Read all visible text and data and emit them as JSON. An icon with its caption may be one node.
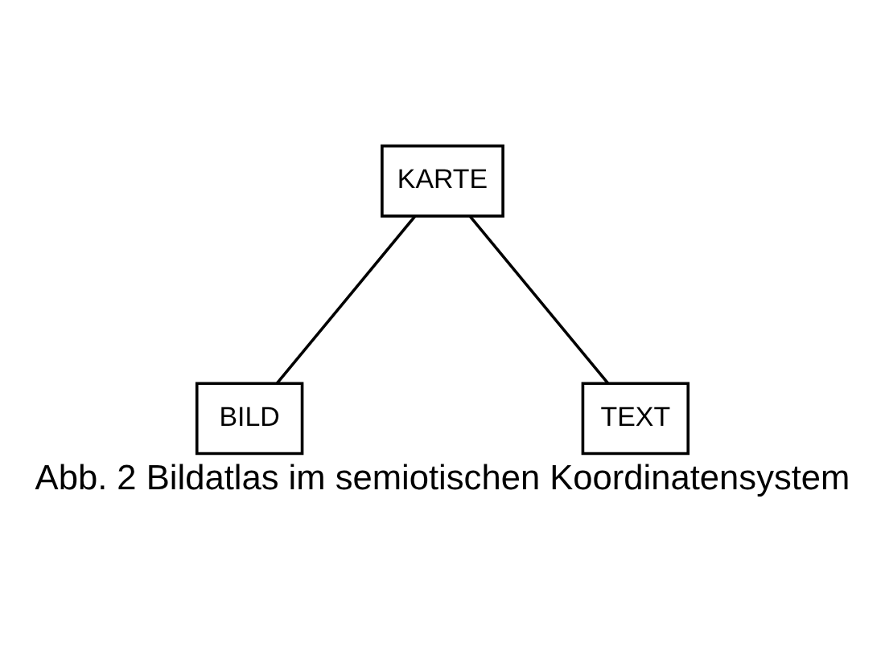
{
  "diagram": {
    "caption": "Abb. 2 Bildatlas im semiotischen Koordinatensystem",
    "nodes": [
      {
        "text": [
          "KARTE"
        ]
      },
      {
        "text": [
          "BILD"
        ]
      },
      {
        "text": [
          "TEXT"
        ]
      }
    ],
    "edges": [
      {
        "from": 0,
        "to": 1,
        "arrow": "none"
      },
      {
        "from": 0,
        "to": 2,
        "arrow": "none"
      }
    ]
  }
}
